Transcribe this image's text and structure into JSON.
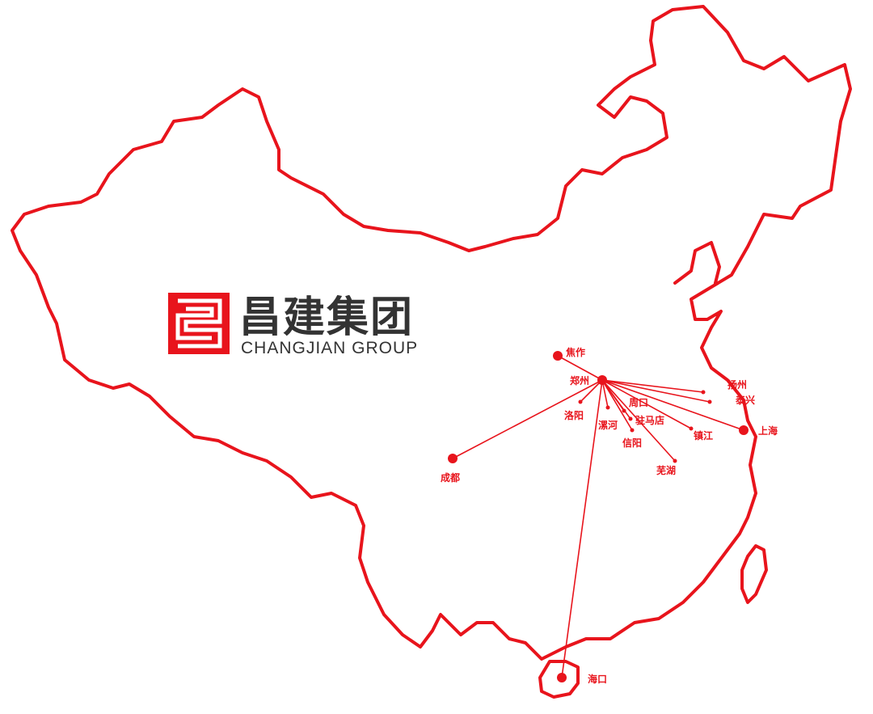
{
  "brand": {
    "name_cn": "昌建集团",
    "name_en": "CHANGJIAN GROUP",
    "logo_icon": "changjian-logo-icon",
    "color": "#e8141c",
    "text_color": "#333333"
  },
  "map": {
    "outline_color": "#e8141c",
    "hub": "郑州",
    "cities": [
      {
        "id": "jiaozuo",
        "name": "焦作",
        "major": true,
        "route": true
      },
      {
        "id": "zhengzhou",
        "name": "郑州",
        "major": true,
        "hub": true
      },
      {
        "id": "luoyang",
        "name": "洛阳",
        "major": false,
        "route": true
      },
      {
        "id": "luohe",
        "name": "漯河",
        "major": false,
        "route": true
      },
      {
        "id": "zhoukou",
        "name": "周口",
        "major": false,
        "route": true
      },
      {
        "id": "zhumadian",
        "name": "驻马店",
        "major": false,
        "route": true
      },
      {
        "id": "xinyang",
        "name": "信阳",
        "major": false,
        "route": true
      },
      {
        "id": "wuhu",
        "name": "芜湖",
        "major": false,
        "route": true
      },
      {
        "id": "zhenjiang",
        "name": "镇江",
        "major": false,
        "route": true
      },
      {
        "id": "yangzhou",
        "name": "扬州",
        "major": false,
        "route": true
      },
      {
        "id": "taixing",
        "name": "泰兴",
        "major": false,
        "route": true
      },
      {
        "id": "shanghai",
        "name": "上海",
        "major": true,
        "route": true
      },
      {
        "id": "chengdu",
        "name": "成都",
        "major": true,
        "route": true
      },
      {
        "id": "haikou",
        "name": "海口",
        "major": true,
        "route": true
      }
    ]
  }
}
